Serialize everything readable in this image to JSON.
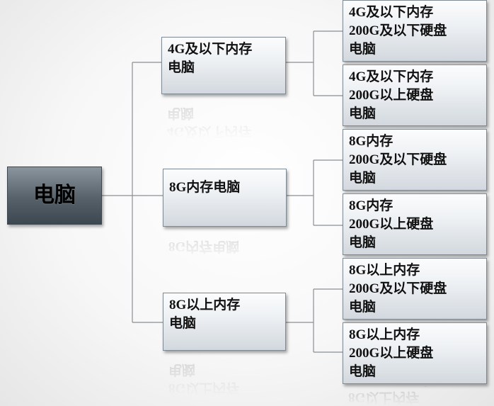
{
  "root": {
    "label": "电脑"
  },
  "level1": [
    {
      "label": "4G及以下内存\n电脑"
    },
    {
      "label": "8G内存电脑"
    },
    {
      "label": "8G以上内存\n电脑"
    }
  ],
  "level2": [
    {
      "label": "4G及以下内存\n200G及以下硬盘\n电脑"
    },
    {
      "label": "4G及以下内存\n200G以上硬盘\n电脑"
    },
    {
      "label": "8G内存\n200G及以下硬盘\n电脑"
    },
    {
      "label": "8G内存\n200G以上硬盘\n电脑"
    },
    {
      "label": "8G以上内存\n200G及以下硬盘\n电脑"
    },
    {
      "label": "8G以上内存\n200G以上硬盘\n电脑"
    }
  ]
}
